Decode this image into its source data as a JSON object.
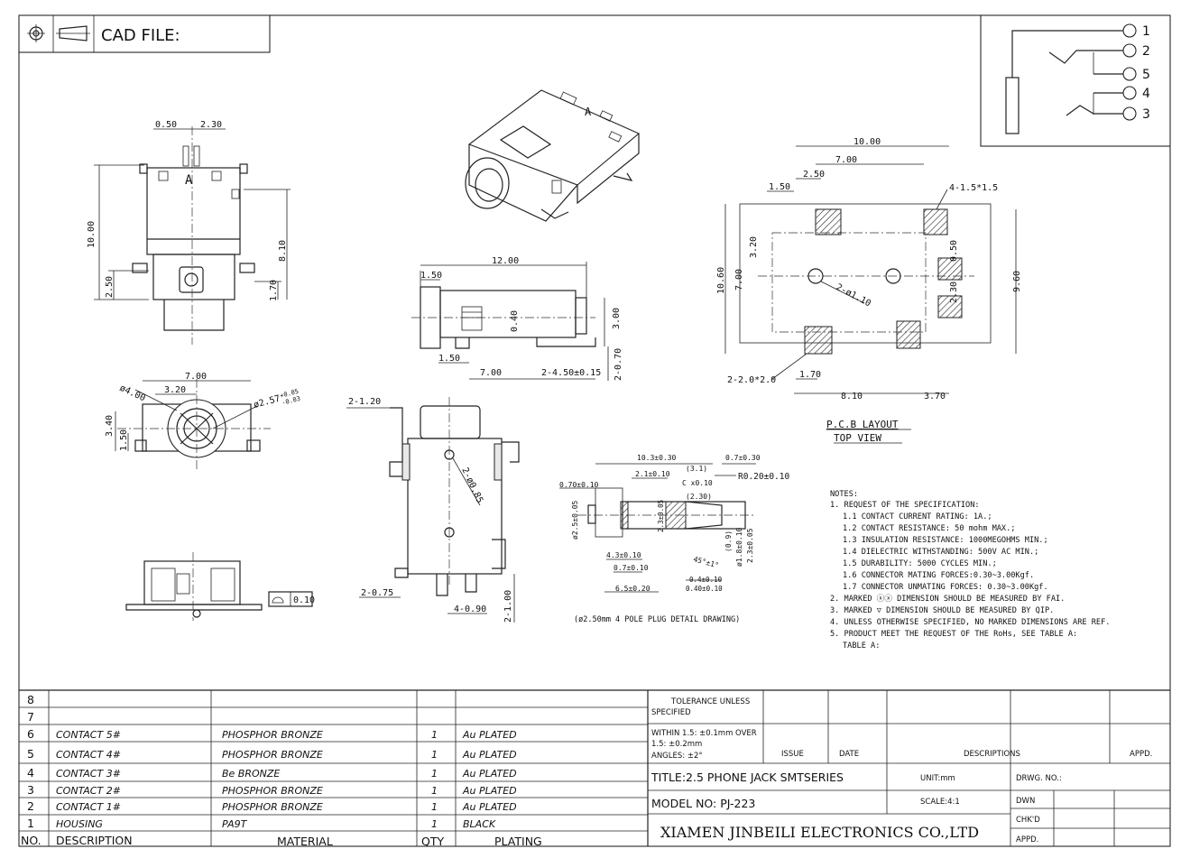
{
  "header": {
    "cad_label": "CAD FILE:",
    "projection_icon": "third-angle-projection-icon"
  },
  "schematic": {
    "pins": [
      "1",
      "2",
      "5",
      "4",
      "3"
    ]
  },
  "views": {
    "front": {
      "dims": [
        "0.50",
        "2.30",
        "10.00",
        "8.10",
        "2.50",
        "1.70"
      ],
      "mark": "A"
    },
    "side": {
      "dims": [
        "12.00",
        "1.50",
        "0.40",
        "3.00",
        "1.50",
        "7.00",
        "2-4.50±0.15",
        "2-0.70"
      ]
    },
    "bottom": {
      "dims": [
        "7.00",
        "3.20",
        "ø4.00",
        "ø2.57",
        "+0.05",
        "-0.03",
        "3.40",
        "1.50"
      ]
    },
    "top": {
      "dims": [
        "2-1.20",
        "2-ø0.85",
        "2-0.75",
        "4-0.90",
        "2-1.00"
      ]
    },
    "rear": {
      "dims": [
        "0.10"
      ]
    },
    "pcb": {
      "dims": [
        "10.00",
        "7.00",
        "2.50",
        "1.50",
        "4-1.5*1.5",
        "3.20",
        "0.50",
        "10.60",
        "7.00",
        "2-ø1.10",
        "2.30",
        "9.60",
        "1.70",
        "2-2.0*2.0",
        "8.10",
        "3.70"
      ],
      "title": "P.C.B  LAYOUT",
      "subtitle": "TOP  VIEW"
    },
    "plug": {
      "dims": [
        "10.3±0.30",
        "0.7±0.30",
        "2.1±0.10",
        "(3.1)",
        "C x0.10",
        "R0.20±0.10",
        "0.70±0.10",
        "(2.30)",
        "ø2.5±0.05",
        "2.3±0.05",
        "(0.9)",
        "ø1.8±0.10",
        "2.3±0.05",
        "4.3±0.10",
        "0.7±0.10",
        "45°±1°",
        "0.4±0.10",
        "6.5±0.20",
        "0.40±0.10"
      ],
      "caption": "(ø2.50mm 4 POLE PLUG DETAIL DRAWING)"
    }
  },
  "notes": {
    "title": "NOTES:",
    "lines": [
      "1. REQUEST OF THE SPECIFICATION:",
      "1.1 CONTACT CURRENT RATING: 1A.;",
      "1.2 CONTACT RESISTANCE: 50 mohm MAX.;",
      "1.3 INSULATION RESISTANCE: 1000MEGOHMS MIN.;",
      "1.4 DIELECTRIC WITHSTANDING: 500V AC MIN.;",
      "1.5 DURABILITY: 5000 CYCLES MIN.;",
      "1.6 CONNECTOR MATING FORCES:0.30~3.00Kgf.",
      "1.7 CONNECTOR UNMATING FORCES: 0.30~3.00Kgf.",
      "2. MARKED ⓧⓧ DIMENSION SHOULD BE MEASURED BY FAI.",
      "3. MARKED ▽ DIMENSION SHOULD BE MEASURED BY QIP.",
      "4. UNLESS OTHERWISE SPECIFIED, NO MARKED DIMENSIONS ARE REF.",
      "5. PRODUCT MEET THE REQUEST OF THE RoHs, SEE TABLE A:",
      "TABLE A:"
    ]
  },
  "bom": {
    "headers": [
      "NO.",
      "DESCRIPTION",
      "MATERIAL",
      "QTY",
      "PLATING"
    ],
    "rows": [
      [
        "8",
        "",
        "",
        "",
        ""
      ],
      [
        "7",
        "",
        "",
        "",
        ""
      ],
      [
        "6",
        "CONTACT 5#",
        "PHOSPHOR BRONZE",
        "1",
        "Au PLATED"
      ],
      [
        "5",
        "CONTACT 4#",
        "PHOSPHOR BRONZE",
        "1",
        "Au PLATED"
      ],
      [
        "4",
        "CONTACT 3#",
        "Be BRONZE",
        "1",
        "Au PLATED"
      ],
      [
        "3",
        "CONTACT 2#",
        "PHOSPHOR BRONZE",
        "1",
        "Au PLATED"
      ],
      [
        "2",
        "CONTACT 1#",
        "PHOSPHOR BRONZE",
        "1",
        "Au PLATED"
      ],
      [
        "1",
        "HOUSING",
        "PA9T",
        "1",
        "BLACK"
      ]
    ]
  },
  "title_block": {
    "tolerance": [
      "TOLERANCE UNLESS",
      "SPECIFIED"
    ],
    "tolerance_values": [
      "WITHIN 1.5: ±0.1mm OVER",
      "1.5: ±0.2mm",
      "ANGLES: ±2°"
    ],
    "issue": "ISSUE",
    "date": "DATE",
    "descriptions": "DESCRIPTIONS",
    "appd": "APPD.",
    "title": "TITLE:2.5 PHONE JACK SMTSERIES",
    "unit": "UNIT:mm",
    "drwg_no": "DRWG. NO.:",
    "model": "MODEL NO: PJ-223",
    "scale": "SCALE:4:1",
    "dwn": "DWN",
    "chkd": "CHK'D",
    "appd2": "APPD.",
    "company": "XIAMEN JINBEILI ELECTRONICS CO.,LTD"
  }
}
